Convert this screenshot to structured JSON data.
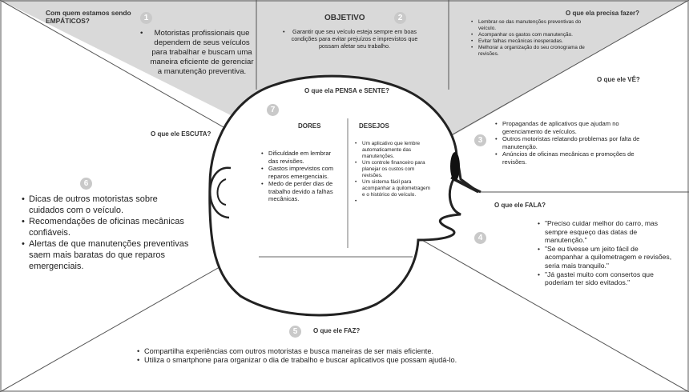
{
  "sections": {
    "empathy": {
      "number": "1",
      "title": "Com quem estamos sendo EMPÁTICOS?",
      "items": [
        "Motoristas profissionais que dependem de seus veículos para trabalhar e buscam uma maneira eficiente de gerenciar a manutenção preventiva."
      ]
    },
    "goal": {
      "number": "2",
      "title": "OBJETIVO",
      "items": [
        "Garantir que seu veículo esteja sempre em boas condições para evitar prejuízos e imprevistos que possam afetar seu trabalho."
      ]
    },
    "needs": {
      "title": "O que ela precisa fazer?",
      "items": [
        "Lembrar-se das manutenções preventivas do veículo.",
        "Acompanhar os gastos com manutenção.",
        "Evitar falhas mecânicas inesperadas.",
        "Melhorar a organização do seu cronograma de revisões."
      ]
    },
    "sees": {
      "number": "3",
      "title": "O que ele VÊ?",
      "items": [
        "Propagandas de aplicativos que ajudam no gerenciamento de veículos.",
        "Outros motoristas relatando problemas por falta de manutenção.",
        "Anúncios de oficinas mecânicas e promoções de revisões."
      ]
    },
    "says": {
      "number": "4",
      "title": "O que ele FALA?",
      "items": [
        "\"Preciso cuidar melhor do carro, mas sempre esqueço das datas de manutenção.\"",
        "\"Se eu tivesse um jeito fácil de acompanhar a quilometragem e revisões, seria mais tranquilo.\"",
        "\"Já gastei muito com consertos que poderiam ter sido evitados.\""
      ]
    },
    "does": {
      "number": "5",
      "title": "O que ele FAZ?",
      "items": [
        "Compartilha experiências com outros motoristas e busca maneiras de ser mais eficiente.",
        "Utiliza o smartphone para organizar o dia de trabalho e buscar aplicativos que possam ajudá-lo."
      ]
    },
    "hears": {
      "number": "6",
      "title": "O que ele ESCUTA?",
      "items": [
        "Dicas de outros motoristas sobre cuidados com o veículo.",
        "Recomendações de oficinas mecânicas confiáveis.",
        "Alertas de que manutenções preventivas saem mais baratas do que reparos emergenciais."
      ]
    },
    "thinks": {
      "number": "7",
      "title": "O que ela PENSA e SENTE?",
      "pains_title": "DORES",
      "pains": [
        "Dificuldade em lembrar das revisões.",
        "Gastos imprevistos com reparos emergenciais.",
        "Medo de perder dias de trabalho devido a falhas mecânicas."
      ],
      "gains_title": "DESEJOS",
      "gains": [
        "Um aplicativo que lembre automaticamente das manutenções.",
        "Um controle financeiro para planejar os custos com revisões.",
        "Um sistema fácil para acompanhar a quilometragem e o histórico do veículo.",
        ""
      ]
    }
  },
  "colors": {
    "gray_fill": "#d9d9d9",
    "line": "#555555",
    "badge": "#c9c9c9"
  }
}
